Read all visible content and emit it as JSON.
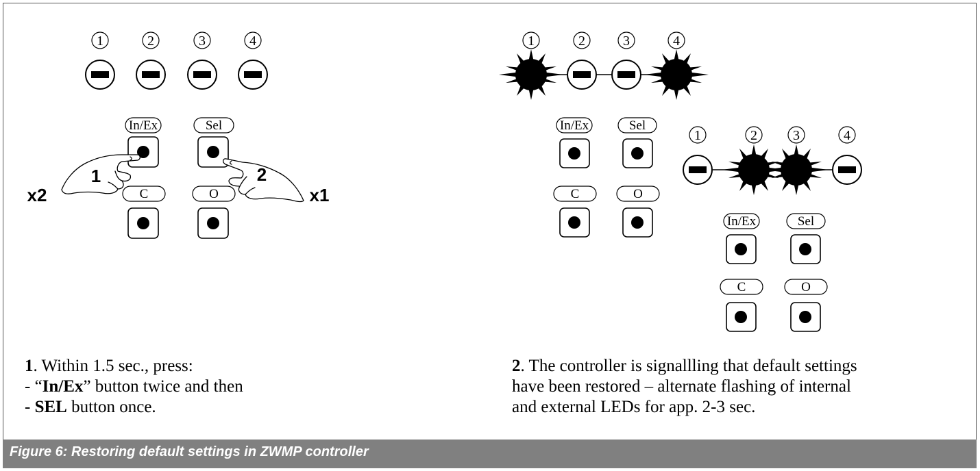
{
  "figure": {
    "caption": "Figure 6: Restoring default settings in ZWMP controller"
  },
  "panels": {
    "left": {
      "leds": [
        {
          "num": "1",
          "state": "off"
        },
        {
          "num": "2",
          "state": "off"
        },
        {
          "num": "3",
          "state": "off"
        },
        {
          "num": "4",
          "state": "off"
        }
      ],
      "buttons": {
        "inex": "In/Ex",
        "sel": "Sel",
        "c": "C",
        "o": "O"
      },
      "hands": {
        "left": {
          "step": "1",
          "count": "x2"
        },
        "right": {
          "step": "2",
          "count": "x1"
        }
      }
    },
    "right_a": {
      "leds": [
        {
          "num": "1",
          "state": "flashing"
        },
        {
          "num": "2",
          "state": "off"
        },
        {
          "num": "3",
          "state": "off"
        },
        {
          "num": "4",
          "state": "flashing"
        }
      ],
      "buttons": {
        "inex": "In/Ex",
        "sel": "Sel",
        "c": "C",
        "o": "O"
      }
    },
    "right_b": {
      "leds": [
        {
          "num": "1",
          "state": "off"
        },
        {
          "num": "2",
          "state": "flashing"
        },
        {
          "num": "3",
          "state": "flashing"
        },
        {
          "num": "4",
          "state": "off"
        }
      ],
      "buttons": {
        "inex": "In/Ex",
        "sel": "Sel",
        "c": "C",
        "o": "O"
      }
    }
  },
  "descriptions": {
    "left": {
      "step_num": "1",
      "line1_rest": ". Within 1.5 sec., press:",
      "line2_prefix": "- “",
      "line2_bold": "In/Ex",
      "line2_rest": "” button twice and then",
      "line3_prefix": "- ",
      "line3_bold": "SEL",
      "line3_rest": " button once."
    },
    "right": {
      "step_num": "2",
      "line1_rest": ". The controller is signallling that default settings",
      "line2": "have been restored – alternate flashing of internal",
      "line3": "and external LEDs for app. 2-3 sec."
    }
  },
  "colors": {
    "ink": "#000000",
    "caption_bg": "#808080",
    "caption_text": "#ffffff",
    "led_off_fill": "#ffffff",
    "led_on_fill": "#000000"
  }
}
